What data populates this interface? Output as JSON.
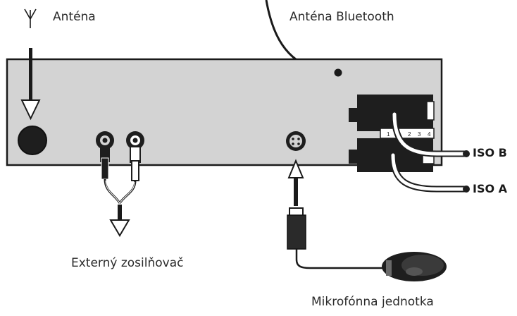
{
  "labels": {
    "antenna": "Anténa",
    "bluetooth_antenna": "Anténa Bluetooth",
    "external_amplifier": "Externý zosilňovač",
    "microphone_unit": "Mikrofónna jednotka",
    "iso_b": "ISO B",
    "iso_a": "ISO A"
  },
  "iso_pin_numbers": [
    "1",
    "2",
    "3",
    "4"
  ],
  "colors": {
    "panel_fill": "#d3d3d3",
    "outline": "#1a1a1a",
    "connector": "#1e1e1e"
  }
}
